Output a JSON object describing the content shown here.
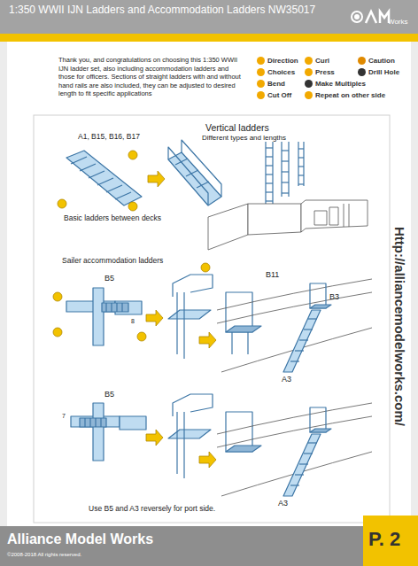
{
  "diagram": {
    "title": "1:350 WWII IJN Ladders and Accommodation Ladders NW35017",
    "nodes": [
      {
        "text": [
          "Alliance Model Works",
          "©2008-2018 All rights reserved."
        ]
      },
      {
        "text": [
          "P. 2"
        ]
      }
    ],
    "labels": [
      "Works",
      "Thank you, and congratulations on choosing this 1:350 WWII IJN ladder set, also including accommodation ladders and those for officers. Sections of straight ladders with and without hand rails are also included, they can be adjusted to desired length to fit specific applications",
      "A1, B15, B16, B17",
      "Vertical ladders",
      "Different types and lengths",
      "Basic ladders between decks",
      "Sailer accommodation ladders",
      "B5",
      "8",
      "B11",
      "B3",
      "A3",
      "B5",
      "7",
      "A3",
      "Use B5 and A3 reversely for port side.",
      "Http://alliancemodelworks.com/"
    ],
    "legend": [
      {
        "text": "Direction"
      },
      {
        "text": "Curl"
      },
      {
        "text": "Caution"
      },
      {
        "text": "Choices"
      },
      {
        "text": "Press"
      },
      {
        "text": "Drill Hole"
      },
      {
        "text": "Bend"
      },
      {
        "text": "Make Multiples"
      },
      {
        "text": "Cut Off"
      },
      {
        "text": "Repeat on other side"
      }
    ]
  }
}
